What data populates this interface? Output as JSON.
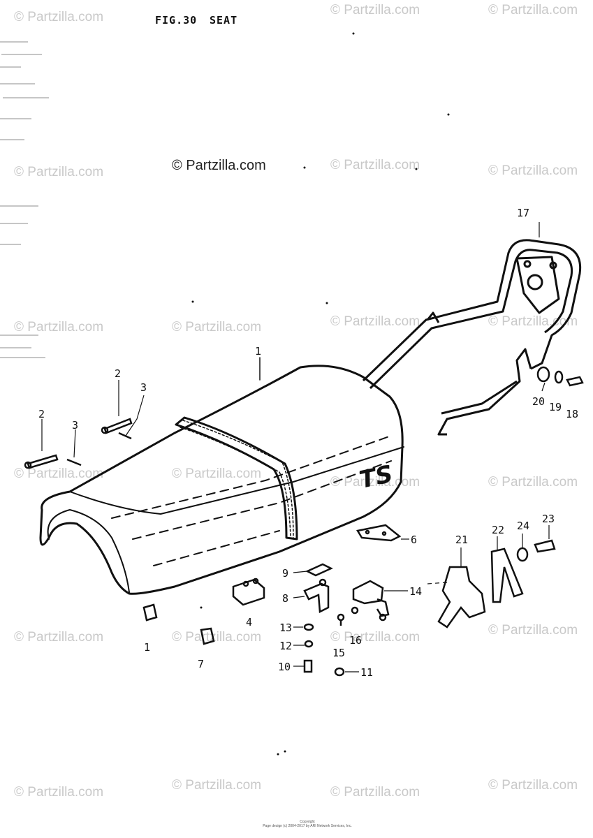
{
  "figure": {
    "number": "FIG.30",
    "name": "SEAT"
  },
  "watermark": "© Partzilla.com",
  "seat_badge": "TS",
  "callouts": [
    "1",
    "2",
    "2",
    "3",
    "3",
    "4",
    "6",
    "7",
    "8",
    "9",
    "10",
    "11",
    "12",
    "13",
    "14",
    "15",
    "16",
    "17",
    "18",
    "19",
    "20",
    "21",
    "22",
    "23",
    "24",
    "1"
  ],
  "footer": {
    "line1": "Copyright",
    "line2": "Page design (c) 2004-2017 by ARI Network Services, Inc."
  }
}
